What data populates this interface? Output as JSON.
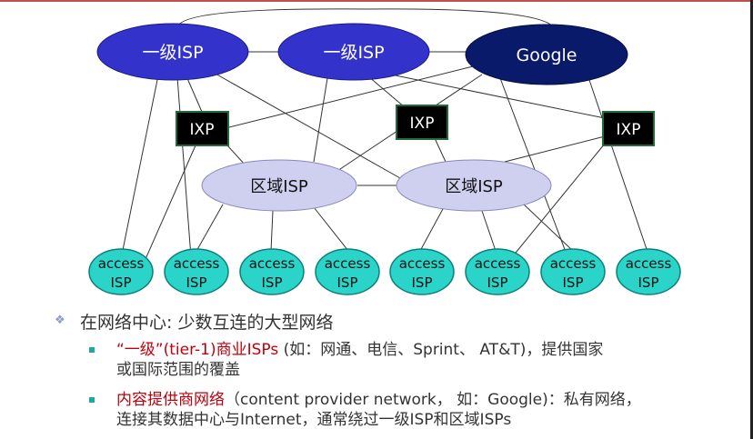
{
  "diagram": {
    "tier1_left_label": "一级ISP",
    "tier1_mid_label": "一级ISP",
    "google_label": "Google",
    "ixp_label": "IXP",
    "regional_label": "区域ISP",
    "access_line1": "access",
    "access_line2": "ISP",
    "colors": {
      "tier1_fill": "#3333cc",
      "google_fill": "#0a1a6b",
      "regional_fill": "#cfd0f0",
      "access_fill": "#2ad4c8",
      "ixp_fill": "#000000",
      "ixp_border": "#1f6b3a"
    }
  },
  "bullets": {
    "main": "在网络中心: 少数互连的大型网络",
    "tier1": {
      "highlight": "“一级”(tier-1)商业ISPs",
      "rest_line1": " (如：网通、电信、Sprint、 AT&T)，提供国家",
      "line2": "或国际范围的覆盖"
    },
    "content": {
      "highlight": "内容提供商网络",
      "rest_line1": "（content provider network， 如：Google)：私有网络，",
      "line2": "连接其数据中心与Internet，通常绕过一级ISP和区域ISPs"
    }
  }
}
